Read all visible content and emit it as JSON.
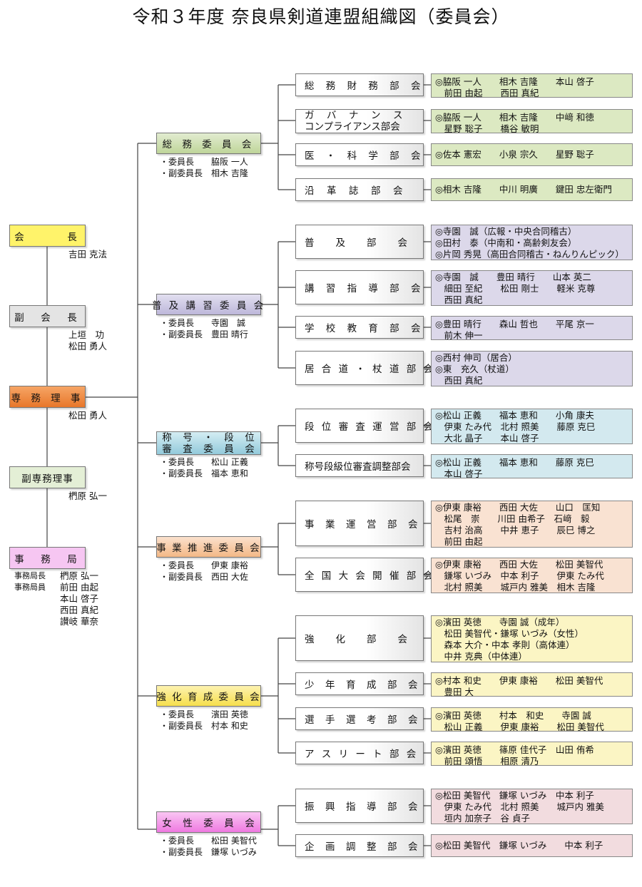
{
  "title": "令和３年度 奈良県剣道連盟組織図（委員会）",
  "left": {
    "president": {
      "label": "会　　　長",
      "person": "吉田 克法"
    },
    "vice_president": {
      "label": "副　会　長",
      "persons": "上垣　功\n松田 勇人"
    },
    "managing_director": {
      "label": "専 務 理 事",
      "person": "松田 勇人"
    },
    "vice_managing_director": {
      "label": "副専務理事",
      "person": "椚原 弘一"
    },
    "secretariat": {
      "label": "事　務　局",
      "roles": "事務局長\n事務局員",
      "persons": "椚原 弘一\n前田 由起\n本山 啓子\n西田 真紀\n讃岐 華奈"
    }
  },
  "committees": [
    {
      "label": "総 務 委 員 会",
      "roles": "・委員長　　脇阪 一人\n・副委員長　相木 吉隆",
      "color": "#dce9c2",
      "depts": [
        {
          "label": "総 務 財 務 部 会",
          "members": "◎脇阪 一人　　相木 吉隆　　本山 啓子\n　前田 由起　　西田 真紀"
        },
        {
          "label_lines": [
            "ガ　バ　ナ　ン　ス",
            "コンプライアンス部会"
          ],
          "members": "◎脇阪 一人　　相木 吉隆　　中﨑 和徳\n　星野 聡子　　橋谷 敏明"
        },
        {
          "label": "医 ・ 科 学 部 会",
          "members": "◎佐本 憲宏　　小泉 宗久　　星野 聡子"
        },
        {
          "label": "沿　革　誌　部　会",
          "members": "◎相木 吉隆　　中川 明廣　　鍵田 忠左衛門"
        }
      ]
    },
    {
      "label": "普 及 講 習 委 員 会",
      "roles": "・委員長　　寺園　誠\n・副委員長　豊田 晴行",
      "color": "#dcd8ea",
      "depts": [
        {
          "label": "普　　及　　部　　会",
          "members": "◎寺園　誠（広報・中央合同稽古）\n◎田村　泰（中南和・高齢剣友会）\n◎片岡 秀晃（高田合同稽古・ねんりんピック）"
        },
        {
          "label": "講 習 指 導 部 会",
          "members": "◎寺園　誠　　豊田 晴行　　山本 英二\n　細田 至紀　　松田 剛士　　軽米 克尊\n　西田 真紀"
        },
        {
          "label": "学 校 教 育 部 会",
          "members": "◎豊田 晴行　　森山 哲也　　平尾 京一\n　前木 伸一"
        },
        {
          "label": "居 合 道 ・ 杖 道 部 会",
          "members": "◎西村 伸司（居合）\n◎東　充久（杖道）\n　西田 真紀"
        }
      ]
    },
    {
      "label_lines": [
        "称　号　・　段　位",
        "審　査　委　員　会"
      ],
      "roles": "・委員長　　松山 正義\n・副委員長　福本 恵和",
      "color": "#d3e9ef",
      "depts": [
        {
          "label": "段 位 審 査 運 営 部 会",
          "members": "◎松山 正義　　福本 恵和　　小角 康夫\n　伊東 たみ代　北村 照美　　藤原 克巳\n　大北 晶子　　本山 啓子"
        },
        {
          "label": "称号段級位審査調整部会",
          "members": "◎松山 正義　　福本 恵和　　藤原 克巳\n　本山 啓子"
        }
      ]
    },
    {
      "label": "事 業 推 進 委 員 会",
      "roles": "・委員長　　伊東 康裕\n・副委員長　西田 大佐",
      "color": "#f9e2d2",
      "depts": [
        {
          "label": "事　業　運　営　部　会",
          "members": "◎伊東 康裕　　西田 大佐　　山口　匡知\n　松尾　崇　　川田 由希子　石﨑　毅\n　吉村 治高　　中井 恵子　　辰巳 博之\n　前田 由起"
        },
        {
          "label": "全 国 大 会 開 催 部 会",
          "members": "◎伊東 康裕　　西田 大佐　　松田 美智代\n　鎌塚 いづみ　中本 利子　　伊東 たみ代\n　北村 照美　　城戸内 雅美　相木 吉隆"
        }
      ]
    },
    {
      "label": "強 化 育 成 委 員 会",
      "roles": "・委員長　　濱田 英徳\n・副委員長　村本 和史",
      "color": "#fbf5c4",
      "depts": [
        {
          "label": "強　　化　　部　　会",
          "members": "◎濱田 英徳　　寺園 誠（成年）\n　松田 美智代・鎌塚 いづみ（女性）\n　森本 大介・中本 孝則（高体連）\n　中井 克典（中体連）"
        },
        {
          "label": "少　年　育　成　部　会",
          "members": "◎村本 和史　　伊東 康裕　　松田 美智代\n　豊田 大"
        },
        {
          "label": "選　手　選　考　部　会",
          "members": "◎濱田 英徳　　村本　和史　　寺園 誠\n　松山 正義　　伊東 康裕　　松田 美智代"
        },
        {
          "label": "ア ス リ ー ト 部 会",
          "members": "◎濱田 英徳　　篠原 佳代子　山田 侑希\n　前田 頌悟　　相原 清乃"
        }
      ]
    },
    {
      "label": "女　性　委　員　会",
      "roles": "・委員長　　松田 美智代\n・副委員長　鎌塚 いづみ",
      "color": "#f2dcdf",
      "depts": [
        {
          "label": "振　興　指　導　部　会",
          "members": "◎松田 美智代　鎌塚 いづみ　中本 利子\n　伊東 たみ代　北村 照美　　城戸内 雅美\n　垣内 加奈子　谷 貞子"
        },
        {
          "label": "企　画　調　整　部　会",
          "members": "◎松田 美智代　鎌塚 いづみ　　中本 利子"
        }
      ]
    }
  ],
  "colors": {
    "president": "#fff36a",
    "vice_president": "#e4e4e4",
    "managing_director": "#f08a3a",
    "vice_managing_director": "#e4efd6",
    "secretariat": "#f6c6f2",
    "committee_soumu": "#c9dca6",
    "committee_fukyu": "#c9c4e0",
    "committee_shogo": "#9fd2e2",
    "committee_jigyo": "#f7c79f",
    "committee_kyoka": "#fbe86c",
    "committee_josei": "#f38ee8"
  }
}
